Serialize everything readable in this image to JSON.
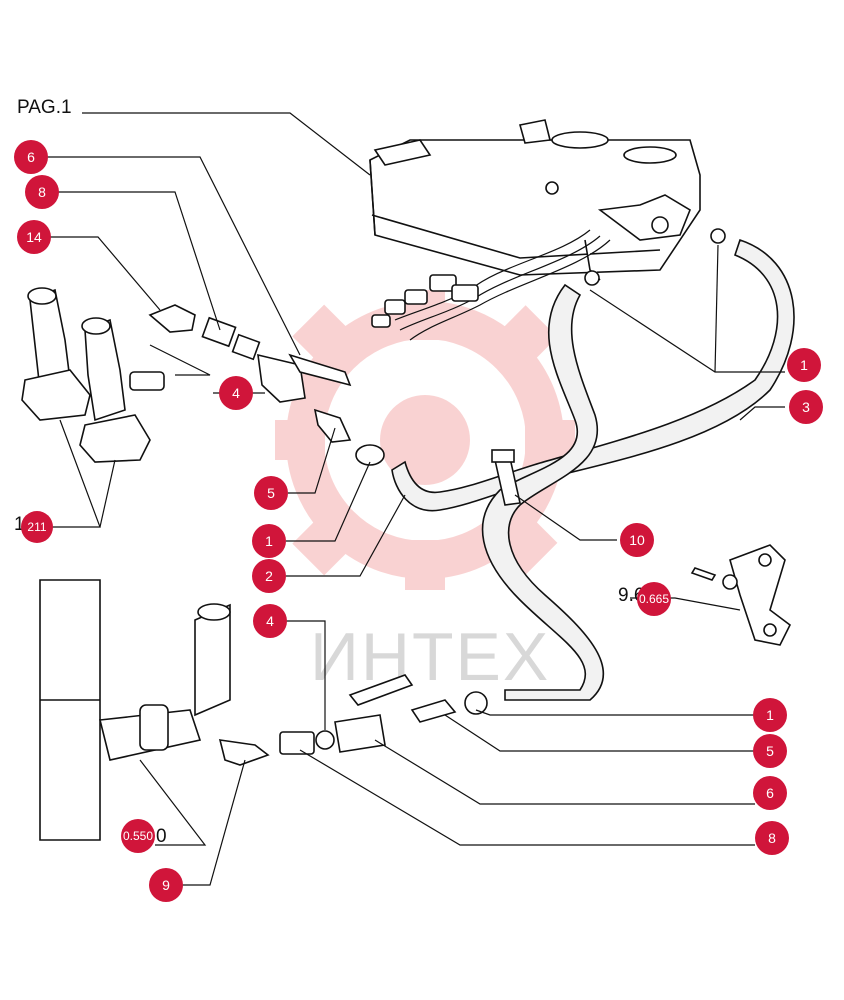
{
  "header": {
    "page_label": "PAG.1"
  },
  "callouts": [
    {
      "id": "c-6-top",
      "number": "6"
    },
    {
      "id": "c-8-top",
      "number": "8"
    },
    {
      "id": "c-14",
      "number": "14"
    },
    {
      "id": "c-4-top",
      "number": "4"
    },
    {
      "id": "c-5-top",
      "number": "5"
    },
    {
      "id": "c-1-left",
      "number": "1"
    },
    {
      "id": "c-2",
      "number": "2"
    },
    {
      "id": "c-1-right",
      "number": "1"
    },
    {
      "id": "c-3",
      "number": "3"
    },
    {
      "id": "c-10",
      "number": "10"
    },
    {
      "id": "c-4-bottom",
      "number": "4"
    },
    {
      "id": "c-1-bottom",
      "number": "1"
    },
    {
      "id": "c-5-bottom",
      "number": "5"
    },
    {
      "id": "c-6-bottom",
      "number": "6"
    },
    {
      "id": "c-8-bottom",
      "number": "8"
    },
    {
      "id": "c-9",
      "number": "9"
    }
  ],
  "references": {
    "ref_1211": {
      "prefix": "1.",
      "badge": "211"
    },
    "ref_9665": {
      "prefix": "9.6",
      "badge": "0.665"
    },
    "ref_0550": {
      "badge": "0.550",
      "suffix": "0"
    }
  },
  "watermark": {
    "text": "ИНТЕХ",
    "color": "#e53935"
  },
  "colors": {
    "callout_fill": "#d0153a",
    "line": "#111111",
    "hose_fill": "#f2f2f2"
  }
}
